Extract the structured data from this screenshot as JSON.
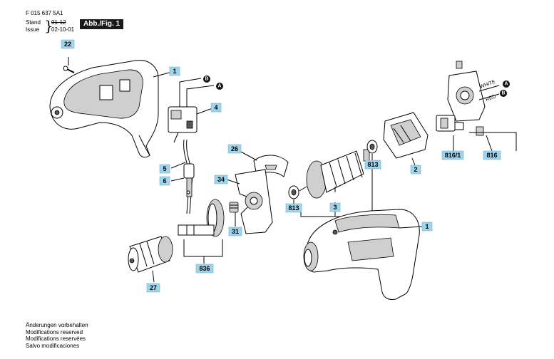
{
  "header": {
    "doc_number": "F 015 637 5A1",
    "stand_label": "Stand",
    "stand_value": "01-12",
    "issue_label": "Issue",
    "issue_value": "02-10-01",
    "figure_tag": "Abb./Fig. 1"
  },
  "callouts": [
    {
      "id": "c22",
      "label": "22"
    },
    {
      "id": "c1a",
      "label": "1"
    },
    {
      "id": "c4",
      "label": "4"
    },
    {
      "id": "c5",
      "label": "5"
    },
    {
      "id": "c6",
      "label": "6"
    },
    {
      "id": "c26",
      "label": "26"
    },
    {
      "id": "c34",
      "label": "34"
    },
    {
      "id": "c31",
      "label": "31"
    },
    {
      "id": "c836",
      "label": "836"
    },
    {
      "id": "c27",
      "label": "27"
    },
    {
      "id": "c813a",
      "label": "813"
    },
    {
      "id": "c813b",
      "label": "813"
    },
    {
      "id": "c3",
      "label": "3"
    },
    {
      "id": "c2",
      "label": "2"
    },
    {
      "id": "c816_1",
      "label": "816/1"
    },
    {
      "id": "c816",
      "label": "816"
    },
    {
      "id": "c1b",
      "label": "1"
    }
  ],
  "wire_letters": {
    "a": "A",
    "b": "B"
  },
  "wire_labels": {
    "white": "WHITE",
    "red": "RED"
  },
  "footer": [
    "Änderungen vorbehalten",
    "Modifications reserved",
    "Modifications reservées",
    "Salvo modificaciones"
  ]
}
